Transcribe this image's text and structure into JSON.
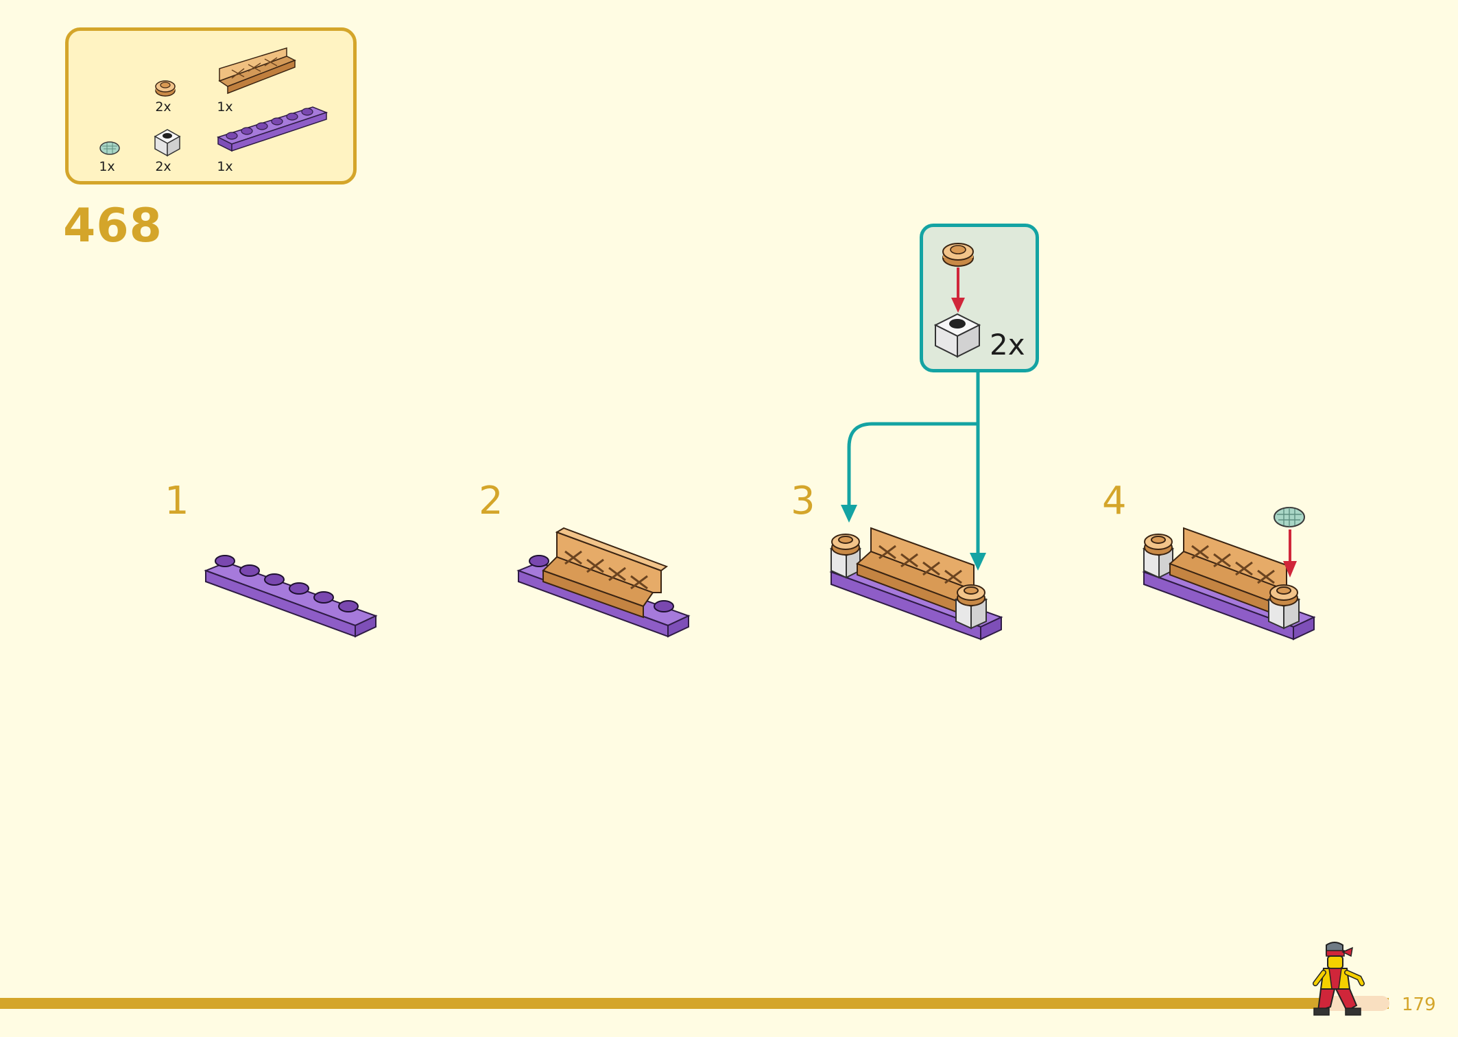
{
  "parts_list": {
    "items": [
      {
        "name": "round-plate-tan",
        "qty": "2x"
      },
      {
        "name": "fence-panel-tan",
        "qty": "1x"
      },
      {
        "name": "round-plate-light-green",
        "qty": "1x"
      },
      {
        "name": "brick-1x1-white",
        "qty": "2x"
      },
      {
        "name": "plate-1x6-purple",
        "qty": "1x"
      }
    ]
  },
  "set_number": "468",
  "steps": [
    {
      "label": "1"
    },
    {
      "label": "2"
    },
    {
      "label": "3"
    },
    {
      "label": "4"
    }
  ],
  "callout": {
    "qty": "2x"
  },
  "footer": {
    "page_number": "179"
  },
  "colors": {
    "accent": "#d4a52a",
    "teal": "#14a3a3",
    "arrow_red": "#d0263a",
    "purple": "#9b6bd1",
    "tan": "#e0a35c",
    "background": "#fffce3"
  }
}
